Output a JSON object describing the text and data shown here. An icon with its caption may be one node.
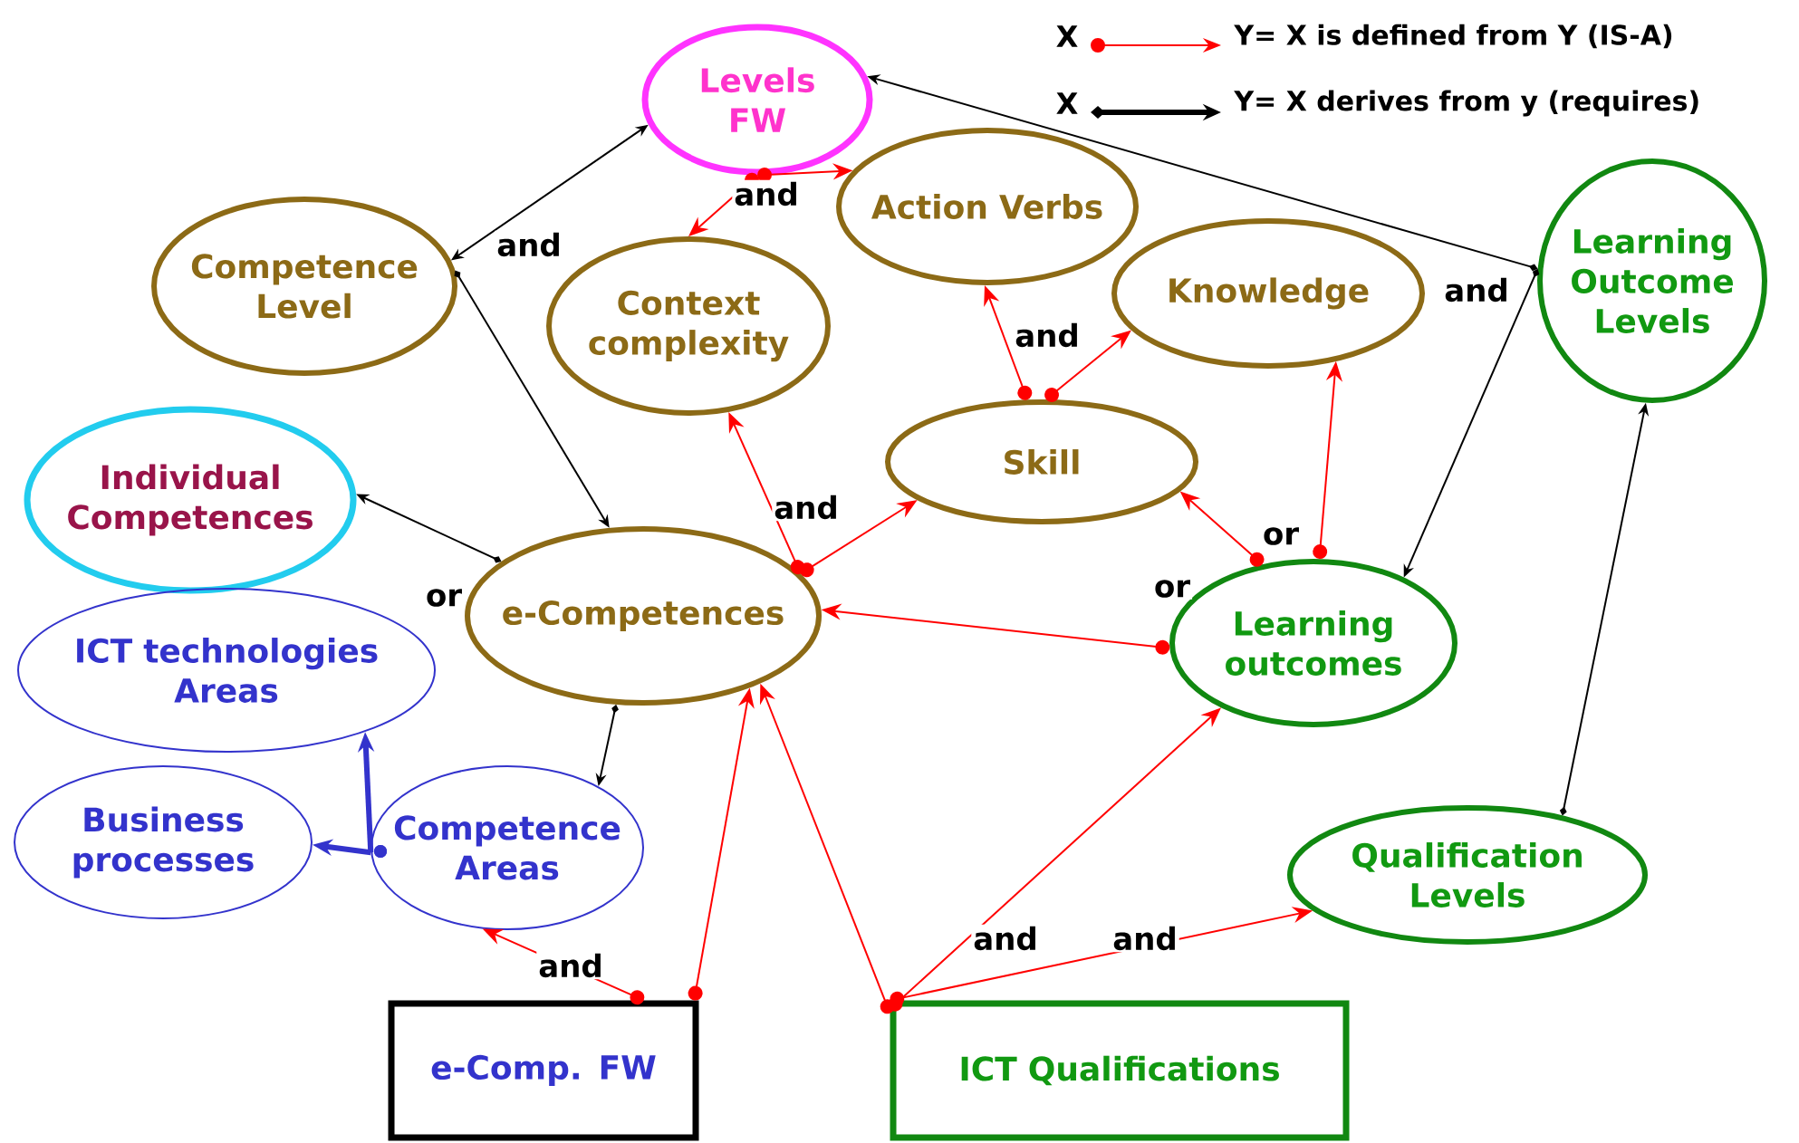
{
  "diagram": {
    "nodes": [
      {
        "text": [
          "Levels FW"
        ]
      },
      {
        "text": [
          "Action Verbs"
        ]
      },
      {
        "text": [
          "Competence Level"
        ]
      },
      {
        "text": [
          "Context complexity"
        ]
      },
      {
        "text": [
          "Knowledge"
        ]
      },
      {
        "text": [
          "Learning Outcome Levels"
        ]
      },
      {
        "text": [
          "Individual Competences"
        ]
      },
      {
        "text": [
          "Skill"
        ]
      },
      {
        "text": [
          "e-Competences"
        ]
      },
      {
        "text": [
          "Learning outcomes"
        ]
      },
      {
        "text": [
          "ICT technologies Areas"
        ]
      },
      {
        "text": [
          "Business processes"
        ]
      },
      {
        "text": [
          "Competence Areas"
        ]
      },
      {
        "text": [
          "Qualification Levels"
        ]
      },
      {
        "text": [
          "e-Comp. FW"
        ]
      },
      {
        "text": [
          "ICT Qualifications"
        ]
      }
    ],
    "edges": [
      {
        "from": 0,
        "to": 3,
        "arrow": "to",
        "label": "and"
      },
      {
        "from": 0,
        "to": 1,
        "arrow": "to"
      },
      {
        "from": 2,
        "to": 0,
        "arrow": "both",
        "label": "and",
        "color": "#000000"
      },
      {
        "from": 2,
        "to": 8,
        "arrow": "to",
        "color": "#000000"
      },
      {
        "from": 7,
        "to": 1,
        "arrow": "to",
        "label": "and"
      },
      {
        "from": 7,
        "to": 4,
        "arrow": "to"
      },
      {
        "from": 5,
        "to": 0,
        "arrow": "to",
        "label": "and",
        "color": "#000000"
      },
      {
        "from": 5,
        "to": 9,
        "arrow": "to",
        "color": "#000000"
      },
      {
        "from": 8,
        "to": 6,
        "arrow": "to",
        "label": "or",
        "color": "#000000"
      },
      {
        "from": 8,
        "to": 3,
        "arrow": "to",
        "label": "and"
      },
      {
        "from": 8,
        "to": 7,
        "arrow": "to"
      },
      {
        "from": 9,
        "to": 8,
        "arrow": "to",
        "label": "or"
      },
      {
        "from": 9,
        "to": 7,
        "arrow": "to",
        "label": "or"
      },
      {
        "from": 9,
        "to": 4,
        "arrow": "to"
      },
      {
        "from": 8,
        "to": 12,
        "arrow": "to",
        "color": "#000000"
      },
      {
        "from": 12,
        "to": 10,
        "arrow": "to",
        "style": "thick",
        "color": "#3333cc"
      },
      {
        "from": 12,
        "to": 11,
        "arrow": "to",
        "style": "thick",
        "color": "#3333cc"
      },
      {
        "from": 13,
        "to": 5,
        "arrow": "to",
        "color": "#000000"
      },
      {
        "from": 14,
        "to": 12,
        "arrow": "to",
        "label": "and"
      },
      {
        "from": 14,
        "to": 8,
        "arrow": "to"
      },
      {
        "from": 15,
        "to": 8,
        "arrow": "to"
      },
      {
        "from": 15,
        "to": 9,
        "arrow": "to",
        "label": "and"
      },
      {
        "from": 15,
        "to": 13,
        "arrow": "to",
        "label": "and"
      }
    ],
    "labels": [
      "X",
      "X"
    ],
    "legend": [
      {
        "text": "Y= X is defined from Y (IS-A)"
      },
      {
        "text": "Y= X derives from y (requires)"
      }
    ]
  }
}
